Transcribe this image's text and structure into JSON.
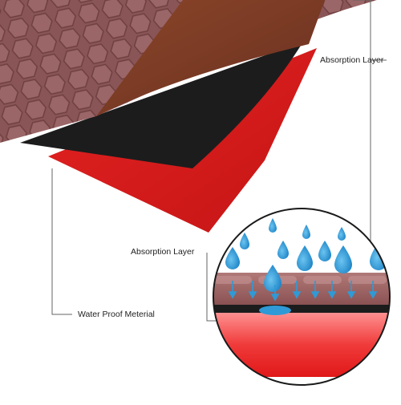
{
  "labels": {
    "absorption_top": "Absorption Layer",
    "absorption_mid": "Absorption Layer",
    "waterproof": "Water Proof Meterial"
  },
  "colors": {
    "quilted_top": "#8a5556",
    "brown_layer": "#7b3b24",
    "black_layer": "#1c1c1c",
    "red_layer": "#d91d1d",
    "water_drop": "#2f9ad6",
    "leader_line": "#666666"
  },
  "icons": [
    "water-drop-icon",
    "down-arrow-icon"
  ]
}
